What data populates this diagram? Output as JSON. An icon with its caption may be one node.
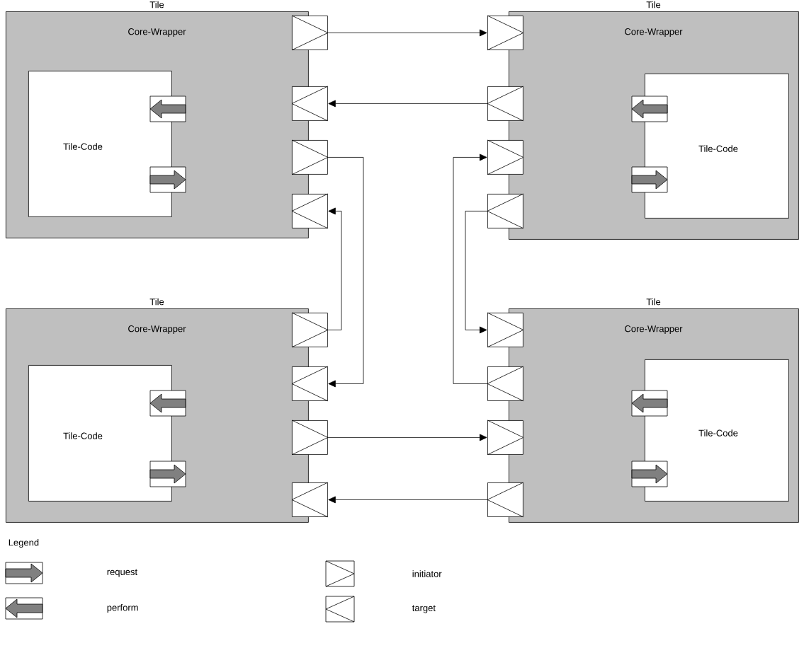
{
  "diagram": {
    "nodes": [
      {
        "text": [
          "Tile",
          "Core-Wrapper"
        ]
      },
      {
        "text": [
          "Tile-Code"
        ],
        "in": 0
      },
      {
        "text": [],
        "shape": "box"
      },
      {
        "text": [],
        "shape": "box"
      },
      {
        "text": [],
        "shape": "box"
      },
      {
        "text": [],
        "shape": "box"
      },
      {
        "text": [
          "Tile",
          "Core-Wrapper"
        ]
      },
      {
        "text": [
          "Tile-Code"
        ],
        "in": 6
      },
      {
        "text": [],
        "shape": "box"
      },
      {
        "text": [],
        "shape": "box"
      },
      {
        "text": [],
        "shape": "box"
      },
      {
        "text": [],
        "shape": "box"
      },
      {
        "text": [
          "Tile",
          "Core-Wrapper"
        ]
      },
      {
        "text": [
          "Tile-Code"
        ],
        "in": 12
      },
      {
        "text": [],
        "shape": "box"
      },
      {
        "text": [],
        "shape": "box"
      },
      {
        "text": [],
        "shape": "box"
      },
      {
        "text": [],
        "shape": "box"
      },
      {
        "text": [
          "Tile",
          "Core-Wrapper"
        ]
      },
      {
        "text": [
          "Tile-Code"
        ],
        "in": 18
      },
      {
        "text": [],
        "shape": "box"
      },
      {
        "text": [],
        "shape": "box"
      },
      {
        "text": [],
        "shape": "box"
      },
      {
        "text": [],
        "shape": "box"
      }
    ],
    "edges": [
      {
        "from": 2,
        "to": 8,
        "arrow": "to"
      },
      {
        "from": 9,
        "to": 3,
        "arrow": "to"
      },
      {
        "from": 4,
        "to": 15,
        "arrow": "to"
      },
      {
        "from": 14,
        "to": 5,
        "arrow": "to"
      },
      {
        "from": 21,
        "to": 10,
        "arrow": "to"
      },
      {
        "from": 11,
        "to": 20,
        "arrow": "to"
      },
      {
        "from": 16,
        "to": 22,
        "arrow": "to"
      },
      {
        "from": 23,
        "to": 17,
        "arrow": "to"
      }
    ],
    "labels": [
      "Legend"
    ],
    "legend": [
      {
        "text": "request"
      },
      {
        "text": "perform"
      },
      {
        "text": "initiator"
      },
      {
        "text": "target"
      }
    ]
  }
}
